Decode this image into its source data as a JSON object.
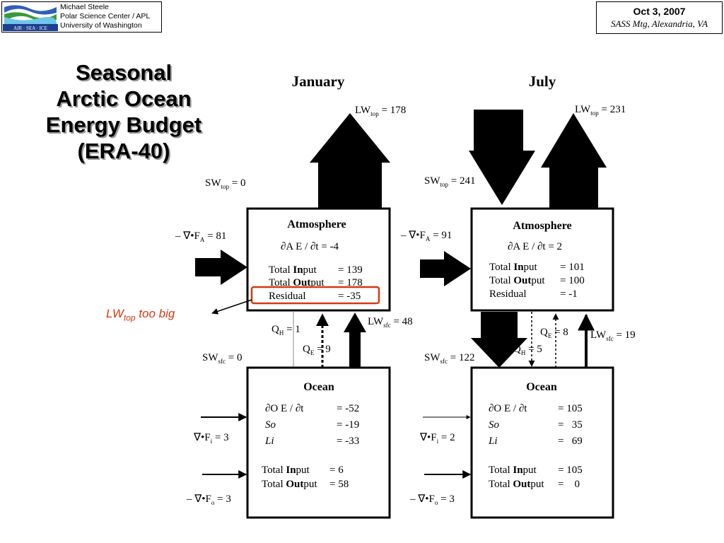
{
  "header": {
    "logo_text": "AIR · SEA · ICE",
    "author": "Michael Steele",
    "affiliation": "Polar Science Center / APL",
    "university": "University of Washington",
    "date": "Oct 3, 2007",
    "meeting": "SASS Mtg, Alexandria, VA"
  },
  "title": {
    "line1": "Seasonal",
    "line2": "Arctic Ocean",
    "line3": "Energy Budget",
    "line4": "(ERA-40)"
  },
  "annotation": {
    "main": "LW",
    "sub": "top",
    "rest": " too big",
    "color": "#d23a12"
  },
  "january": {
    "heading": "January",
    "lw_top": {
      "name": "LW",
      "sub": "top",
      "value": " = 178"
    },
    "sw_top": {
      "name": "SW",
      "sub": "top",
      "value": " = 0"
    },
    "div_fa": {
      "name": "– ∇•F",
      "sub": "A",
      "value": " = 81"
    },
    "atmosphere": {
      "heading": "Atmosphere",
      "dadt": "∂A E / ∂t = -4",
      "input_label_pre": "Total ",
      "input_label_bold": "In",
      "input_label_post": "put",
      "input_value": "= 139",
      "output_label_pre": "Total ",
      "output_label_bold": "Out",
      "output_label_post": "put",
      "output_value": "= 178",
      "residual_label": "Residual",
      "residual_value": "= -35"
    },
    "qh": {
      "name": "Q",
      "sub": "H",
      "value": " = 1"
    },
    "qe": {
      "name": "Q",
      "sub": "E",
      "value": " = 9"
    },
    "lw_sfc": {
      "name": "LW",
      "sub": "sfc",
      "value": " = 48"
    },
    "sw_sfc": {
      "name": "SW",
      "sub": "sfc",
      "value": " = 0"
    },
    "ocean": {
      "heading": "Ocean",
      "dodt_label": "∂O E / ∂t",
      "dodt_value": "= -52",
      "so_label": "So",
      "so_value": "= -19",
      "li_label": "Li",
      "li_value": "= -33",
      "input_label_pre": "Total ",
      "input_label_bold": "In",
      "input_label_post": "put",
      "input_value": "= 6",
      "output_label_pre": "Total ",
      "output_label_bold": "Out",
      "output_label_post": "put",
      "output_value": "= 58"
    },
    "div_fi": {
      "name": "∇•F",
      "sub": "i",
      "value": " = 3"
    },
    "div_fo": {
      "name": "– ∇•F",
      "sub": "o",
      "value": " = 3"
    }
  },
  "july": {
    "heading": "July",
    "lw_top": {
      "name": "LW",
      "sub": "top",
      "value": " = 231"
    },
    "sw_top": {
      "name": "SW",
      "sub": "top",
      "value": " = 241"
    },
    "div_fa": {
      "name": "– ∇•F",
      "sub": "A",
      "value": " = 91"
    },
    "atmosphere": {
      "heading": "Atmosphere",
      "dadt": "∂A E / ∂t = 2",
      "input_label_pre": "Total ",
      "input_label_bold": "In",
      "input_label_post": "put",
      "input_value": "= 101",
      "output_label_pre": "Total ",
      "output_label_bold": "Out",
      "output_label_post": "put",
      "output_value": "= 100",
      "residual_label": "Residual",
      "residual_value": "= -1"
    },
    "qh": {
      "name": "Q",
      "sub": "H",
      "value": " = 5"
    },
    "qe": {
      "name": "Q",
      "sub": "E",
      "value": " = 8"
    },
    "lw_sfc": {
      "name": "LW",
      "sub": "sfc",
      "value": " = 19"
    },
    "sw_sfc": {
      "name": "SW",
      "sub": "sfc",
      "value": " = 122"
    },
    "ocean": {
      "heading": "Ocean",
      "dodt_label": "∂O E / ∂t",
      "dodt_value": "= 105",
      "so_label": "So",
      "so_value": "=   35",
      "li_label": "Li",
      "li_value": "=   69",
      "input_label_pre": "Total ",
      "input_label_bold": "In",
      "input_label_post": "put",
      "input_value": "= 105",
      "output_label_pre": "Total ",
      "output_label_bold": "Out",
      "output_label_post": "put",
      "output_value": "=    0"
    },
    "div_fi": {
      "name": "∇•F",
      "sub": "i",
      "value": " = 2"
    },
    "div_fo": {
      "name": "– ∇•F",
      "sub": "o",
      "value": " = 3"
    }
  },
  "colors": {
    "highlight": "#d23a12",
    "logo_blue": "#1d3f8f",
    "logo_green": "#3a9a3a"
  }
}
